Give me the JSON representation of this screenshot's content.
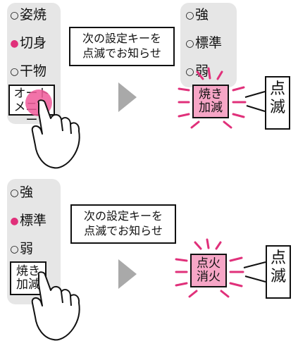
{
  "top": {
    "left_panel": {
      "options": [
        {
          "label": "姿焼",
          "selected": false
        },
        {
          "label": "切身",
          "selected": true
        },
        {
          "label": "干物",
          "selected": false
        }
      ],
      "key": [
        "オート",
        "メニュー"
      ]
    },
    "note": [
      "次の設定キーを",
      "点滅でお知らせ"
    ],
    "right_panel": {
      "options": [
        {
          "label": "強",
          "selected": false
        },
        {
          "label": "標準",
          "selected": false
        },
        {
          "label": "弱",
          "selected": false
        }
      ],
      "key": [
        "焼き",
        "加減"
      ]
    },
    "tag": [
      "点",
      "滅"
    ]
  },
  "bottom": {
    "left_panel": {
      "options": [
        {
          "label": "強",
          "selected": false
        },
        {
          "label": "標準",
          "selected": true
        },
        {
          "label": "弱",
          "selected": false
        }
      ],
      "key": [
        "焼き",
        "加減"
      ]
    },
    "note": [
      "次の設定キーを",
      "点滅でお知らせ"
    ],
    "right_key": [
      "点火",
      "消火"
    ],
    "tag": [
      "点",
      "滅"
    ]
  },
  "colors": {
    "panel": "#e6e6e6",
    "highlight": "#f6a6c6",
    "press": "#f05a9a",
    "flash": "#e0307a",
    "arrow": "#a9a9a9"
  },
  "icons": {
    "off": "○",
    "on": "●"
  }
}
